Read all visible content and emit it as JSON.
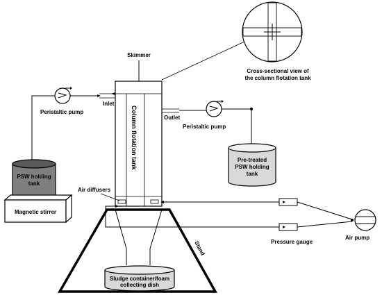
{
  "labels": {
    "skimmer": "Skimmer",
    "cross_section_line1": "Cross-sectional view of",
    "cross_section_line2": "the column flotation tank",
    "inlet": "Inlet",
    "outlet": "Outlet",
    "peristaltic_pump_left": "Peristaltic pump",
    "peristaltic_pump_right": "Peristaltic pump",
    "column_tank": "Column flotation tank",
    "psw_tank_line1": "PSW holding",
    "psw_tank_line2": "tank",
    "pretreated_line1": "Pre-treated",
    "pretreated_line2": "PSW holding",
    "pretreated_line3": "tank",
    "magnetic_stirrer": "Magnetic stirrer",
    "air_diffusers": "Air diffusers",
    "pressure_gauge": "Pressure gauge",
    "air_pump": "Air pump",
    "stand": "Stand",
    "sludge_line1": "Sludge container/foam",
    "sludge_line2": "collecting dish"
  },
  "colors": {
    "line": "#000000",
    "psw_tank_fill": "#7f7f7f",
    "psw_tank_top": "#5a5a5a",
    "pretreated_fill": "#d9d9d9",
    "pretreated_top": "#f2f2f2",
    "sludge_fill": "#d9d9d9",
    "stirrer_fill": "#ffffff"
  },
  "icons": {
    "pump": "pump-icon",
    "valve": "valve-icon",
    "air_pump": "air-pump-icon"
  }
}
